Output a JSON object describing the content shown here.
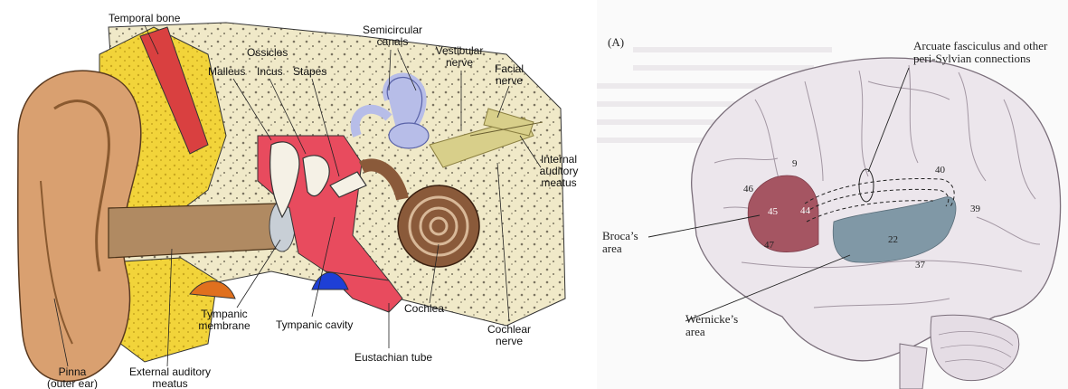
{
  "ear_diagram": {
    "labels": {
      "temporal_bone": "Temporal bone",
      "ossicles": "Ossicles",
      "malleus": "Malleus",
      "incus": "Incus",
      "stapes": "Stapes",
      "semicircular_canals_1": "Semicircular",
      "semicircular_canals_2": "canals",
      "vestibular_nerve_1": "Vestibular",
      "vestibular_nerve_2": "nerve",
      "facial_nerve_1": "Facial",
      "facial_nerve_2": "nerve",
      "internal_auditory_meatus_1": "Internal",
      "internal_auditory_meatus_2": "auditory",
      "internal_auditory_meatus_3": "meatus",
      "tympanic_membrane_1": "Tympanic",
      "tympanic_membrane_2": "membrane",
      "tympanic_cavity": "Tympanic cavity",
      "cochlea": "Cochlea",
      "cochlear_nerve_1": "Cochlear",
      "cochlear_nerve_2": "nerve",
      "eustachian_tube": "Eustachian tube",
      "external_auditory_meatus_1": "External auditory",
      "external_auditory_meatus_2": "meatus",
      "pinna_1": "Pinna",
      "pinna_2": "(outer ear)"
    },
    "colors": {
      "skin": "#d9a070",
      "bone": "#f0e9c8",
      "bone_spots": "#7a7360",
      "fat": "#f2d43a",
      "muscle": "#d94040",
      "middle_ear": "#e84b5e",
      "inner_ear": "#b7bde8",
      "cochlea": "#8a5a3a",
      "nerve": "#d8cf8a",
      "tube_blue": "#1e3fd6",
      "orange": "#e0701e"
    }
  },
  "brain_diagram": {
    "panel_label": "(A)",
    "arcuate_label_1": "Arcuate fasciculus and other",
    "arcuate_label_2": "peri-Sylvian connections",
    "brocas_label_1": "Broca’s",
    "brocas_label_2": "area",
    "wernickes_label_1": "Wernicke’s",
    "wernickes_label_2": "area",
    "areas": {
      "a9": "9",
      "a40": "40",
      "a46": "46",
      "a45": "45",
      "a44": "44",
      "a39": "39",
      "a22": "22",
      "a47": "47",
      "a37": "37"
    },
    "colors": {
      "brain": "#ece6ec",
      "brain_shade": "#cfc4cf",
      "brocas": "#a55562",
      "wernickes": "#8098a6"
    }
  }
}
